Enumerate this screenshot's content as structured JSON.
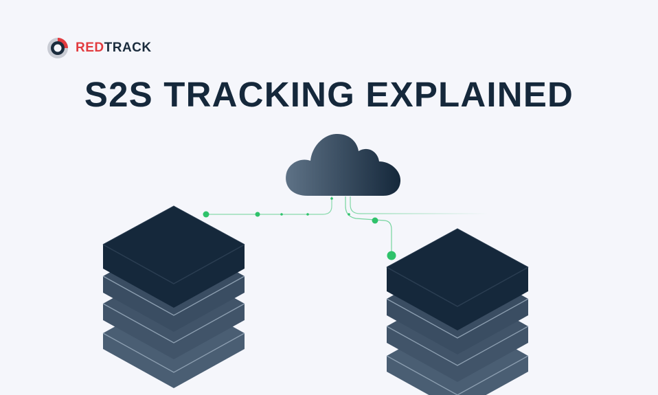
{
  "brand": {
    "name_part_red": "RED",
    "name_part_dark": "TRACK",
    "accent_color": "#e23b3f",
    "text_color": "#1b2c3d"
  },
  "headline": "S2S TRACKING EXPLAINED",
  "illustration": {
    "cloud_icon": "cloud-icon",
    "server_icon": "server-stack-icon",
    "connection_color": "#2fc26b",
    "server_color": "#15283b"
  }
}
